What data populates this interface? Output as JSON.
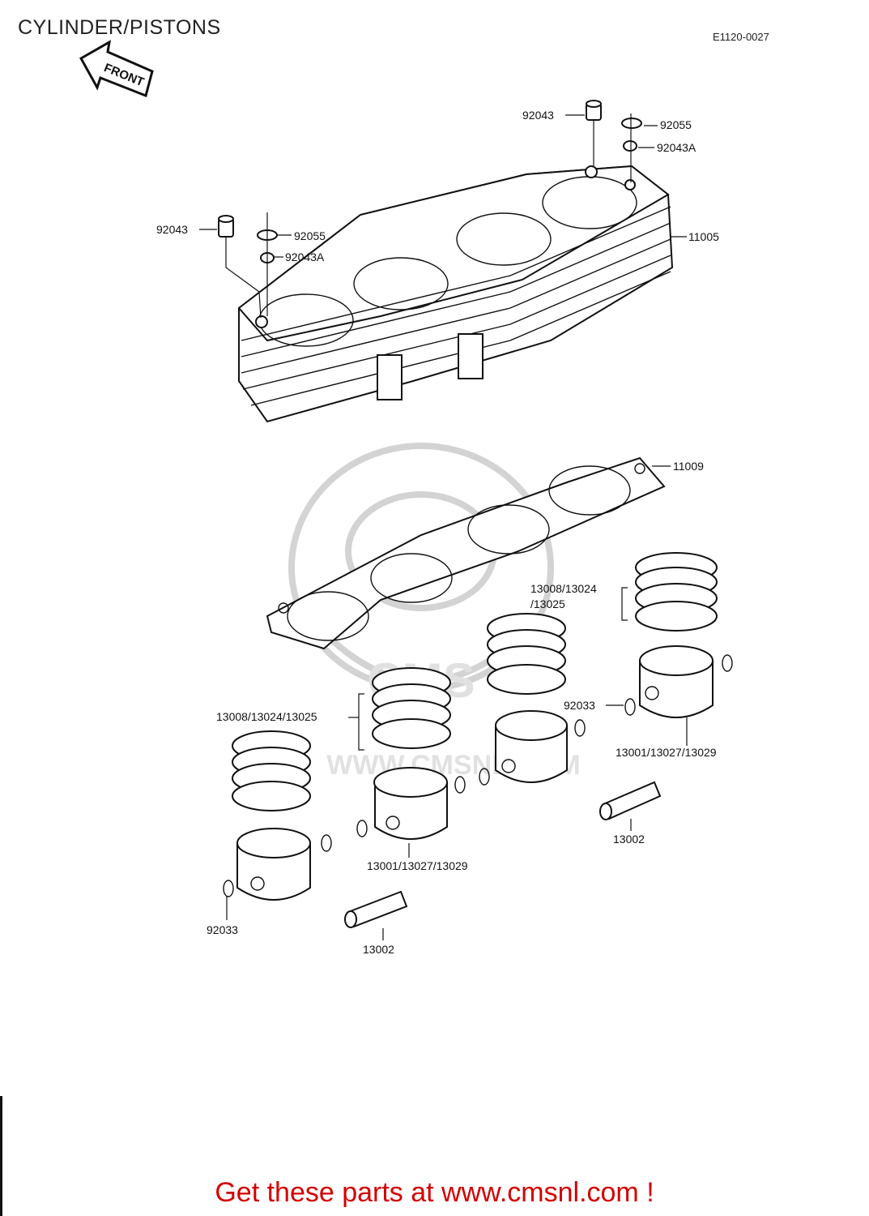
{
  "page": {
    "title": "CYLINDER/PISTONS",
    "diagram_code": "E1120-0027",
    "front_label": "FRONT",
    "footer_text": "Get these parts at www.cmsnl.com !"
  },
  "watermark": {
    "text": "WWW.CMSNL.COM",
    "logo_text": "CMS"
  },
  "callouts": {
    "c_92043_top": "92043",
    "c_92055_top": "92055",
    "c_92043a_top": "92043A",
    "c_92043_left": "92043",
    "c_92055_left": "92055",
    "c_92043a_left": "92043A",
    "c_11005": "11005",
    "c_11009": "11009",
    "c_rings_right_1": "13008/13024",
    "c_rings_right_2": "/13025",
    "c_rings_left": "13008/13024/13025",
    "c_92033_right": "92033",
    "c_piston_right": "13001/13027/13029",
    "c_13002_right": "13002",
    "c_piston_left": "13001/13027/13029",
    "c_92033_left": "92033",
    "c_13002_left": "13002"
  }
}
